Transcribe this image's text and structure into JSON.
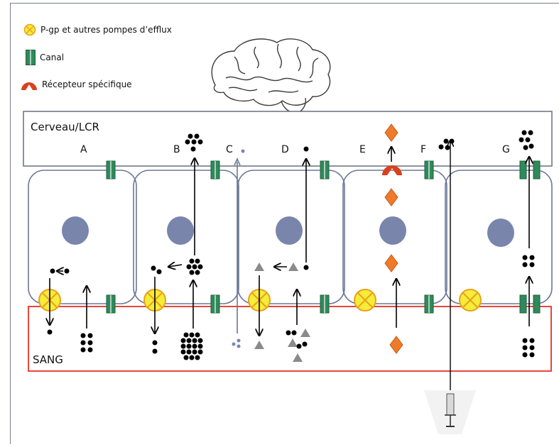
{
  "legend": [
    {
      "icon": "efflux-pump-icon",
      "label": "P-gp et autres pompes d’efflux"
    },
    {
      "icon": "channel-icon",
      "label": "Canal"
    },
    {
      "icon": "receptor-icon",
      "label": "Récepteur spécifique"
    }
  ],
  "compartments": {
    "brain": "Cerveau/LCR",
    "blood": "SANG"
  },
  "columns": [
    "A",
    "B",
    "C",
    "D",
    "E",
    "F",
    "G"
  ],
  "colors": {
    "pump_fill": "#f6ec3a",
    "pump_border": "#e8a21a",
    "channel": "#2f8a5a",
    "receptor": "#d9401e",
    "diamond": "#ee7a2a",
    "triangle": "#8a8a8a",
    "nucleus": "#7a85ac",
    "cell_border": "#6e7898",
    "blood_border": "#e8463a",
    "brain_border": "#6a6f7a"
  }
}
